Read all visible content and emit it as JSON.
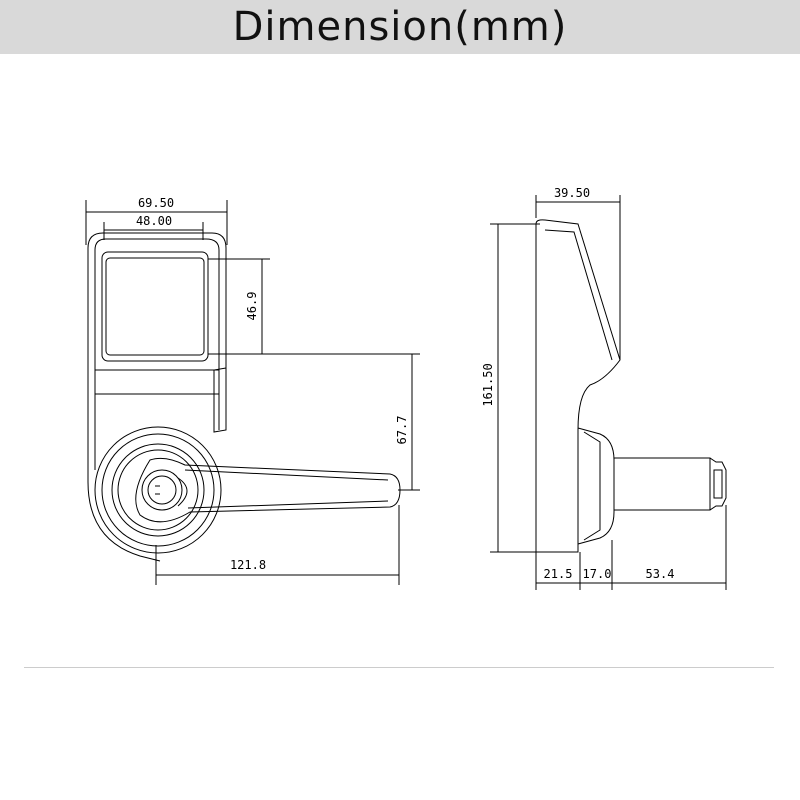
{
  "header": {
    "title": "Dimension(mm)"
  },
  "front_view": {
    "dims": {
      "overall_width": "69.50",
      "screen_width": "48.00",
      "screen_height": "46.9",
      "handle_offset": "67.7",
      "handle_length": "121.8"
    }
  },
  "side_view": {
    "dims": {
      "depth": "39.50",
      "height": "161.50",
      "body_depth": "21.5",
      "rose_depth": "17.0",
      "spindle_length": "53.4"
    }
  },
  "colors": {
    "line": "#000000",
    "header_bg": "#d9d9d9",
    "divider": "#cccccc"
  }
}
